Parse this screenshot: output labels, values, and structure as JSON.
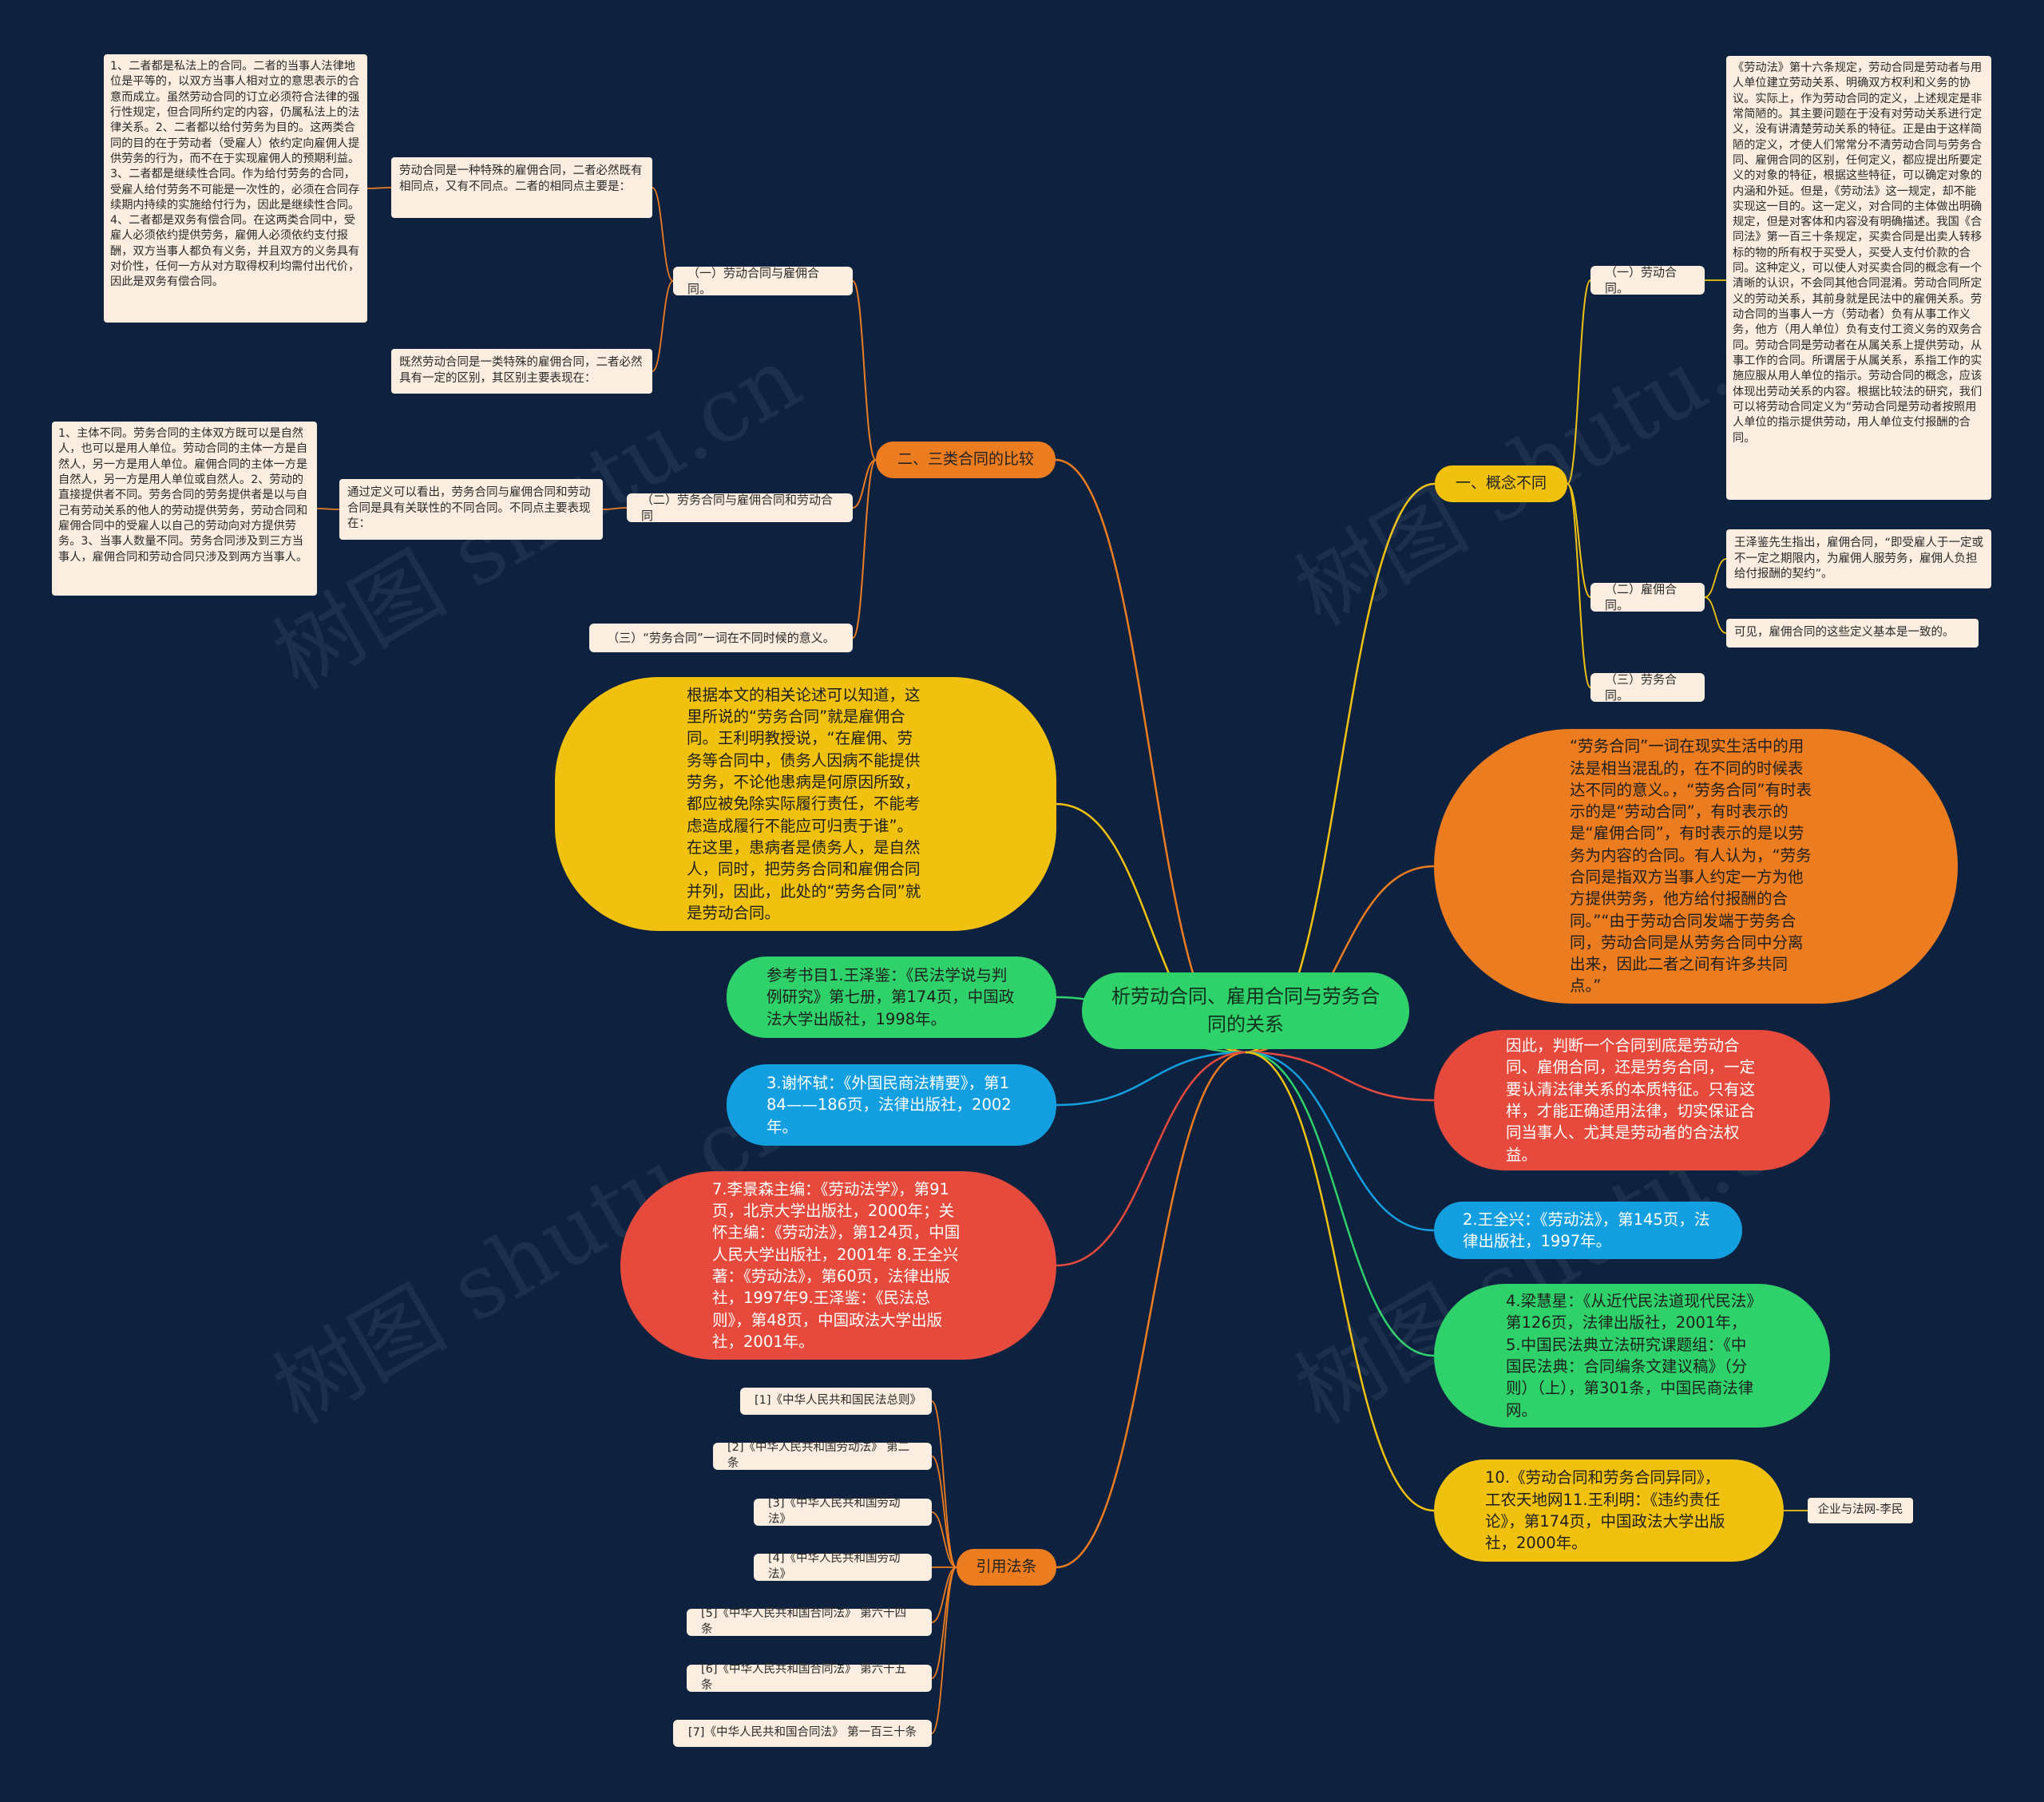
{
  "root": "析劳动合同、雇用合同与劳务合同的关系",
  "watermark": "树图 shutu.cn",
  "colors": {
    "background": "#0e2240",
    "orange": "#ec7c20",
    "yellow": "#f0c20f",
    "green": "#2fd26a",
    "blue": "#139fe0",
    "red": "#e64a3c",
    "leaf": "#fbeee0"
  },
  "b1": {
    "label": "一、概念不同",
    "s1": {
      "label": "（一）劳动合同。",
      "text": "《劳动法》第十六条规定，劳动合同是劳动者与用人单位建立劳动关系、明确双方权利和义务的协议。实际上，作为劳动合同的定义，上述规定是非常简陋的。其主要问题在于没有对劳动关系进行定义，没有讲清楚劳动关系的特征。正是由于这样简陋的定义，才使人们常常分不清劳动合同与劳务合同、雇佣合同的区别，任何定义，都应提出所要定义的对象的特征，根据这些特征，可以确定对象的内涵和外延。但是，《劳动法》这一规定，却不能实现这一目的。这一定义，对合同的主体做出明确规定，但是对客体和内容没有明确描述。我国《合同法》第一百三十条规定，买卖合同是出卖人转移标的物的所有权于买受人，买受人支付价款的合同。这种定义，可以使人对买卖合同的概念有一个清晰的认识，不会同其他合同混淆。劳动合同所定义的劳动关系，其前身就是民法中的雇佣关系。劳动合同的当事人一方（劳动者）负有从事工作义务，他方（用人单位）负有支付工资义务的双务合同。劳动合同是劳动者在从属关系上提供劳动，从事工作的合同。所谓居于从属关系，系指工作的实施应服从用人单位的指示。劳动合同的概念，应该体现出劳动关系的内容。根据比较法的研究，我们可以将劳动合同定义为“劳动合同是劳动者按照用人单位的指示提供劳动，用人单位支付报酬的合同。"
    },
    "s2": {
      "label": "（二）雇佣合同。",
      "t1": "王泽鉴先生指出，雇佣合同，“即受雇人于一定或不一定之期限内，为雇佣人服劳务，雇佣人负担给付报酬的契约”。",
      "t2": "可见，雇佣合同的这些定义基本是一致的。"
    },
    "s3": {
      "label": "（三）劳务合同。"
    }
  },
  "b2": {
    "label": "二、三类合同的比较",
    "s1": {
      "label": "（一）劳动合同与雇佣合同。",
      "t1": "劳动合同是一种特殊的雇佣合同，二者必然既有相同点，又有不同点。二者的相同点主要是：",
      "t1a": "1、二者都是私法上的合同。二者的当事人法律地位是平等的，以双方当事人相对立的意思表示的合意而成立。虽然劳动合同的订立必须符合法律的强行性规定，但合同所约定的内容，仍属私法上的法律关系。2、二者都以给付劳务为目的。这两类合同的目的在于劳动者（受雇人）依约定向雇佣人提供劳务的行为，而不在于实现雇佣人的预期利益。3、二者都是继续性合同。作为给付劳务的合同，受雇人给付劳务不可能是一次性的，必须在合同存续期内持续的实施给付行为，因此是继续性合同。4、二者都是双务有偿合同。在这两类合同中，受雇人必须依约提供劳务，雇佣人必须依约支付报酬，双方当事人都负有义务，并且双方的义务具有对价性，任何一方从对方取得权利均需付出代价，因此是双务有偿合同。",
      "t2": "既然劳动合同是一类特殊的雇佣合同，二者必然具有一定的区别，其区别主要表现在："
    },
    "s2": {
      "label": "（二）劳务合同与雇佣合同和劳动合同",
      "t1": "通过定义可以看出，劳务合同与雇佣合同和劳动合同是具有关联性的不同合同。不同点主要表现在：",
      "t1a": "1、主体不同。劳务合同的主体双方既可以是自然人，也可以是用人单位。劳动合同的主体一方是自然人，另一方是用人单位。雇佣合同的主体一方是自然人，另一方是用人单位或自然人。2、劳动的直接提供者不同。劳务合同的劳务提供者是以与自己有劳动关系的他人的劳动提供劳务，劳动合同和雇佣合同中的受雇人以自己的劳动向对方提供劳务。3、当事人数量不同。劳务合同涉及到三方当事人，雇佣合同和劳动合同只涉及到两方当事人。"
    },
    "s3": {
      "label": "（三）“劳务合同”一词在不同时候的意义。"
    }
  },
  "b3": {
    "label": "引用法条",
    "items": [
      "[1]《中华人民共和国民法总则》",
      "[2]《中华人民共和国劳动法》 第二条",
      "[3]《中华人民共和国劳动法》",
      "[4]《中华人民共和国劳动法》",
      "[5]《中华人民共和国合同法》 第六十四条",
      "[6]《中华人民共和国合同法》 第六十五条",
      "[7]《中华人民共和国合同法》 第一百三十条"
    ]
  },
  "big_left_1": "根据本文的相关论述可以知道，这里所说的“劳务合同”就是雇佣合同。王利明教授说，“在雇佣、劳务等合同中，债务人因病不能提供劳务，不论他患病是何原因所致，都应被免除实际履行责任，不能考虑造成履行不能应可归责于谁”。在这里，患病者是债务人，是自然人，同时，把劳务合同和雇佣合同并列，因此，此处的“劳务合同”就是劳动合同。",
  "left_ref_1": "参考书目1.王泽鉴：《民法学说与判例研究》第七册，第174页，中国政法大学出版社，1998年。",
  "left_ref_3": "3.谢怀轼：《外国民商法精要》，第184——186页，法律出版社，2002年。",
  "left_ref_7": "7.李景森主编：《劳动法学》，第91页，北京大学出版社，2000年；关怀主编：《劳动法》，第124页，中国人民大学出版社，2001年 8.王全兴著：《劳动法》，第60页，法律出版社，1997年9.王泽鉴：《民法总则》，第48页，中国政法大学出版社，2001年。",
  "right_big_orange": "“劳务合同”一词在现实生活中的用法是相当混乱的，在不同的时候表达不同的意义。，“劳务合同”有时表示的是“劳动合同”，有时表示的是“雇佣合同”，有时表示的是以劳务为内容的合同。有人认为，“劳务合同是指双方当事人约定一方为他方提供劳务，他方给付报酬的合同。”“由于劳动合同发端于劳务合同，劳动合同是从劳务合同中分离出来，因此二者之间有许多共同点。”",
  "right_red": "因此，判断一个合同到底是劳动合同、雇佣合同，还是劳务合同，一定要认清法律关系的本质特征。只有这样，才能正确适用法律，切实保证合同当事人、尤其是劳动者的合法权益。",
  "right_blue": "2.王全兴：《劳动法》，第145页，法律出版社，1997年。",
  "right_green": "4.梁慧星：《从近代民法道现代民法》第126页，法律出版社，2001年，5.中国民法典立法研究课题组：《中国民法典：合同编条文建议稿》（分则）（上），第301条，中国民商法律网。",
  "right_yellow": "10.《劳动合同和劳务合同异同》，工农天地网11.王利明：《违约责任论》，第174页，中国政法大学出版社，2000年。",
  "right_yellow_source": "企业与法网-李民"
}
